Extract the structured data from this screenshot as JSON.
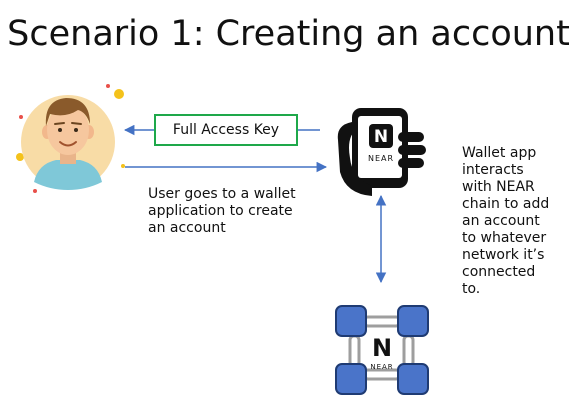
{
  "title": "Scenario 1:  Creating an account",
  "key_box": {
    "label": "Full Access Key",
    "border_color": "#1ea84a"
  },
  "user_caption": {
    "lines": [
      "User goes to a wallet",
      "application to create",
      "an account"
    ]
  },
  "wallet_caption": {
    "lines": [
      "Wallet app",
      "interacts",
      "with NEAR",
      "chain to add",
      "an account",
      "to whatever",
      "network it’s",
      "connected",
      "to."
    ]
  },
  "phone_logo": {
    "mark": "N",
    "wordmark": "NEAR"
  },
  "chain_logo": {
    "mark": "N",
    "wordmark": "NEAR"
  },
  "icons": {
    "user": "user-avatar-icon",
    "wallet": "phone-in-hand-icon",
    "chain": "blockchain-network-icon"
  },
  "colors": {
    "arrow": "#4472c4",
    "block_fill": "#4a74c9",
    "block_stroke": "#1f3b73",
    "chain_link": "#9e9e9e",
    "avatar_bg": "#f8dca6",
    "hair": "#8a5a2b",
    "skin": "#f6c79e",
    "shirt": "#7fc8d8"
  }
}
